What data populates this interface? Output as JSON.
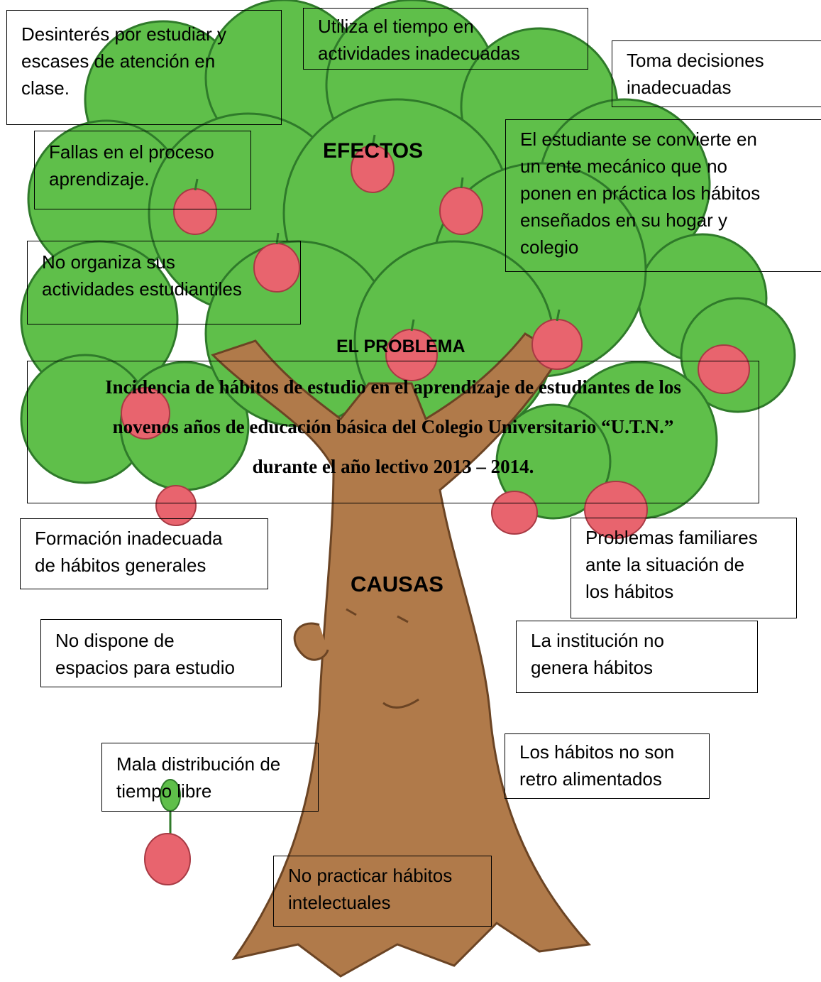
{
  "headings": {
    "effects": "EFECTOS",
    "problem": "EL PROBLEMA",
    "causes": "CAUSAS"
  },
  "problem_statement": "Incidencia de hábitos de estudio en el aprendizaje de estudiantes de los\nnovenos años de educación básica del Colegio Universitario “U.T.N.”\ndurante el año lectivo 2013 – 2014.",
  "effects": [
    "Desinterés por estudiar y\nescases de atención en\nclase.",
    "Utiliza el tiempo en\nactividades inadecuadas",
    "Toma decisiones\ninadecuadas",
    "Fallas en el proceso\naprendizaje.",
    "El estudiante se convierte en\nun ente mecánico que no\nponen en práctica los hábitos\nenseñados en su hogar y\ncolegio",
    "No organiza sus\nactividades estudiantiles"
  ],
  "causes": [
    "Formación inadecuada\nde hábitos generales",
    "Problemas familiares\nante la situación de\nlos hábitos",
    "No dispone de\nespacios para estudio",
    "La institución no\ngenera hábitos",
    "Mala distribución de\ntiempo libre",
    "Los hábitos no son\nretro alimentados",
    "No practicar hábitos\nintelectuales"
  ],
  "colors": {
    "foliage": "#5fbf4a",
    "foliage_outline": "#2f7a2a",
    "trunk": "#b07a4a",
    "trunk_outline": "#6b4424",
    "apple": "#e8646e",
    "apple_outline": "#a83a44",
    "text": "#000000"
  }
}
